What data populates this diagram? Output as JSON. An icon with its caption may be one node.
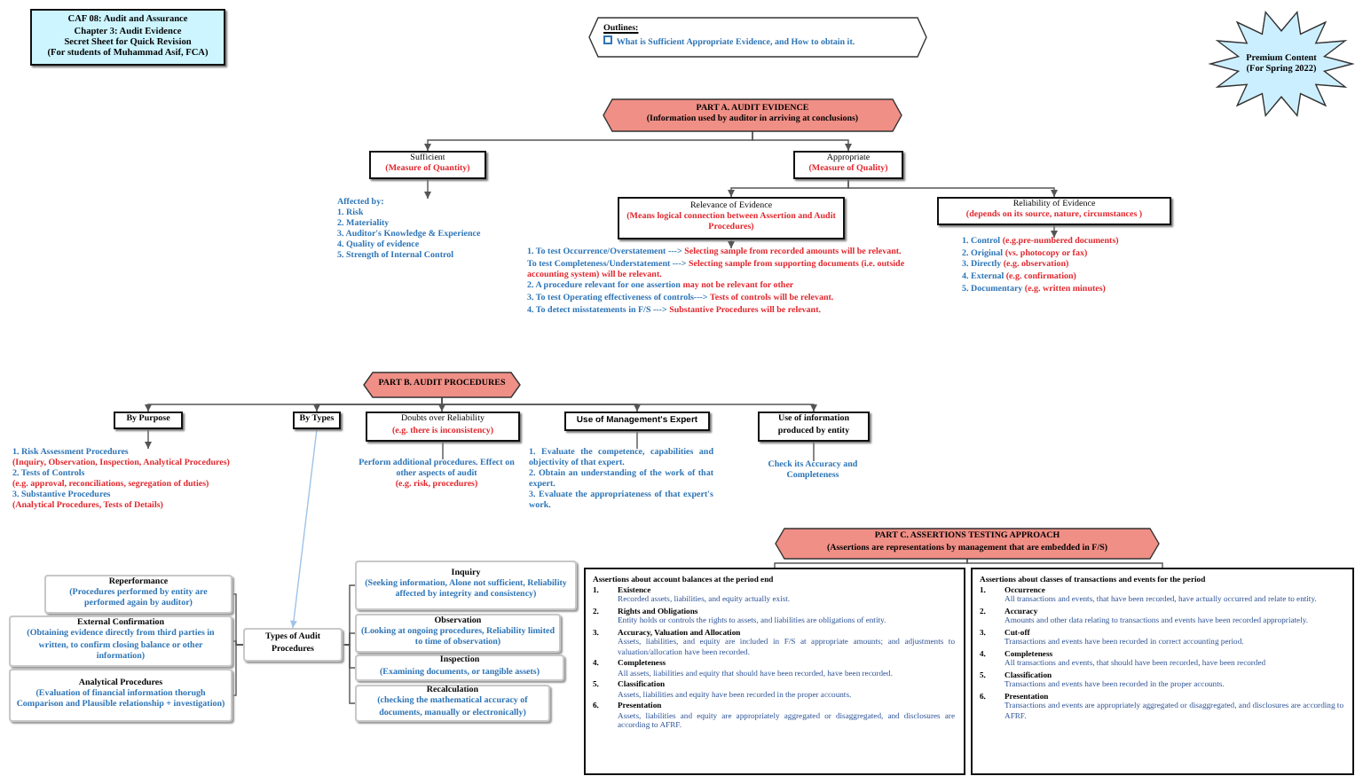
{
  "diagram": {
    "nodes": [
      {
        "text": [
          "CAF 08: Audit and Assurance",
          "Chapter 3: Audit Evidence",
          "Secret Sheet for Quick Revision",
          "(For students of Muhammad Asif, FCA)"
        ]
      },
      {
        "text": [
          "Outlines:",
          "What is Sufficient Appropriate Evidence, and How to obtain it."
        ]
      },
      {
        "text": [
          "Premium Content (For Spring 2022)"
        ]
      },
      {
        "text": [
          "PART A. AUDIT EVIDENCE",
          "(Information used by auditor in arriving at conclusions)"
        ]
      },
      {
        "text": [
          "Sufficient",
          "(Measure of Quantity)"
        ]
      },
      {
        "text": [
          "Appropriate",
          "(Measure of Quality)"
        ]
      },
      {
        "text": [
          "Affected by:",
          "1. Risk",
          "2. Materiality",
          "3. Auditor's Knowledge & Experience",
          "4. Quality of evidence",
          "5. Strength of Internal Control"
        ]
      },
      {
        "text": [
          "Relevance of Evidence",
          "(Means logical connection between Assertion and Audit Procedures)"
        ]
      },
      {
        "text": [
          "Reliability of Evidence",
          "(depends on its source, nature, circumstances )"
        ]
      },
      {
        "text": [
          "1. To test Occurrence/Overstatement --->",
          "Selecting sample from recorded amounts will be relevant.",
          "To test Completeness/Understatement --->",
          "Selecting sample from supporting documents (i.e. outside accounting system) will be relevant.",
          "2. A procedure relevant for one assertion",
          "may not be relevant for other",
          "3. To test Operating effectiveness of controls--->",
          "Tests of controls will be relevant.",
          "4. To detect misstatements in F/S --->",
          "Substantive Procedures will be relevant."
        ]
      },
      {
        "text": [
          "1. Control",
          "(e.g.pre-numbered documents)",
          "2. Original",
          "(vs. photocopy or fax)",
          "3. Directly",
          "(e.g. observation)",
          "4. External",
          "(e.g. confirmation)",
          "5. Documentary",
          "(e.g. written minutes)"
        ]
      },
      {
        "text": [
          "PART B. AUDIT PROCEDURES"
        ]
      },
      {
        "text": [
          "By Purpose"
        ]
      },
      {
        "text": [
          "By Types"
        ]
      },
      {
        "text": [
          "Doubts over Reliability",
          "(e.g. there is inconsistency)"
        ]
      },
      {
        "text": [
          "Use of Management's Expert"
        ]
      },
      {
        "text": [
          "Use of information produced by entity"
        ]
      },
      {
        "text": [
          "1. Risk Assessment Procedures",
          "(Inquiry, Observation, Inspection, Analytical Procedures)",
          "2. Tests of Controls",
          "(e.g. approval, reconciliations, segregation of duties)",
          "3. Substantive Procedures",
          "(Analytical Procedures, Tests of Details)"
        ]
      },
      {
        "text": [
          "Perform additional procedures. Effect on other aspects of audit",
          "(e.g. risk, procedures)"
        ]
      },
      {
        "text": [
          "1. Evaluate the competence, capabilities and objectivity of that expert.",
          "2. Obtain an understanding of the work of that expert.",
          "3. Evaluate the appropriateness of that expert's work."
        ]
      },
      {
        "text": [
          "Check its Accuracy and Completeness"
        ]
      },
      {
        "text": [
          "Types of Audit Procedures"
        ]
      },
      {
        "text": [
          "Reperformance",
          "(Procedures performed by entity are performed again by auditor)"
        ]
      },
      {
        "text": [
          "External Confirmation",
          "(Obtaining evidence directly from third parties in written, to confirm closing balance or other information)"
        ]
      },
      {
        "text": [
          "Analytical Procedures",
          "(Evaluation of financial information thorugh Comparison and Plausible relationship + investigation)"
        ]
      },
      {
        "text": [
          "Inquiry",
          "(Seeking information, Alone not sufficient, Reliability affected by integrity and consistency)"
        ]
      },
      {
        "text": [
          "Observation",
          "(Looking at ongoing procedures, Reliability limited to time of observation)"
        ]
      },
      {
        "text": [
          "Inspection",
          "(Examining documents, or tangible assets)"
        ]
      },
      {
        "text": [
          "Recalculation",
          "(checking the mathematical accuracy of documents, manually or electronically)"
        ]
      },
      {
        "text": [
          "PART C. ASSERTIONS TESTING APPROACH",
          "(Assertions are representations by management that are embedded in F/S)"
        ]
      },
      {
        "text": [
          "Assertions about account balances at the period end",
          "1.",
          "Existence",
          "Recorded assets, liabilities, and equity actually exist.",
          "2.",
          "Rights and Obligations",
          "Entity holds or controls the rights to assets, and liabilities are obligations of entity.",
          "3.",
          "Accuracy, Valuation and Allocation",
          "Assets, liabilities, and equity are included in F/S at appropriate amounts; and adjustments to valuation/allocation have been recorded.",
          "4.",
          "Completeness",
          "All assets, liabilities and equity that should have been recorded, have been recorded.",
          "5.",
          "Classification",
          "Assets, liabilities and equity have been recorded in the proper accounts.",
          "6.",
          "Presentation",
          "Assets, liabilities and equity are appropriately aggregated or disaggregated, and disclosures are according to AFRF."
        ]
      },
      {
        "text": [
          "Assertions about classes of transactions and events for the period",
          "1.",
          "Occurrence",
          "All transactions and events, that have been recorded, have actually occurred and relate to entity.",
          "2.",
          "Accuracy",
          "Amounts and other data relating to transactions and events have been recorded appropriately.",
          "3.",
          "Cut-off",
          "Transactions and events have been recorded in correct accounting period.",
          "4.",
          "Completeness",
          "All transactions and events, that should have been recorded, have been recorded",
          "5.",
          "Classification",
          "Transactions and events have been recorded in the proper accounts.",
          "6.",
          "Presentation",
          "Transactions and events are appropriately aggregated or disaggregated, and disclosures are according to AFRF."
        ]
      }
    ],
    "edges": [
      {
        "from": 3,
        "to": 4,
        "arrow": "to"
      },
      {
        "from": 3,
        "to": 5,
        "arrow": "to"
      },
      {
        "from": 4,
        "to": 6,
        "arrow": "to"
      },
      {
        "from": 5,
        "to": 7,
        "arrow": "to"
      },
      {
        "from": 5,
        "to": 8,
        "arrow": "to"
      },
      {
        "from": 7,
        "to": 9,
        "arrow": "to"
      },
      {
        "from": 8,
        "to": 10,
        "arrow": "to"
      },
      {
        "from": 11,
        "to": 12,
        "arrow": "to"
      },
      {
        "from": 11,
        "to": 13,
        "arrow": "to"
      },
      {
        "from": 11,
        "to": 14,
        "arrow": "to"
      },
      {
        "from": 11,
        "to": 15,
        "arrow": "to"
      },
      {
        "from": 11,
        "to": 16,
        "arrow": "to"
      },
      {
        "from": 12,
        "to": 17,
        "arrow": "to"
      },
      {
        "from": 14,
        "to": 18,
        "arrow": "none"
      },
      {
        "from": 15,
        "to": 19,
        "arrow": "none"
      },
      {
        "from": 16,
        "to": 20,
        "arrow": "none"
      },
      {
        "from": 13,
        "to": 21,
        "arrow": "to",
        "color": "#9dc3e6"
      },
      {
        "from": 21,
        "to": 22,
        "arrow": "none"
      },
      {
        "from": 21,
        "to": 23,
        "arrow": "none"
      },
      {
        "from": 21,
        "to": 24,
        "arrow": "none"
      },
      {
        "from": 21,
        "to": 25,
        "arrow": "none"
      },
      {
        "from": 21,
        "to": 26,
        "arrow": "none"
      },
      {
        "from": 21,
        "to": 27,
        "arrow": "none"
      },
      {
        "from": 21,
        "to": 28,
        "arrow": "none"
      },
      {
        "from": 29,
        "to": 30,
        "arrow": "none"
      },
      {
        "from": 29,
        "to": 31,
        "arrow": "none"
      }
    ]
  }
}
